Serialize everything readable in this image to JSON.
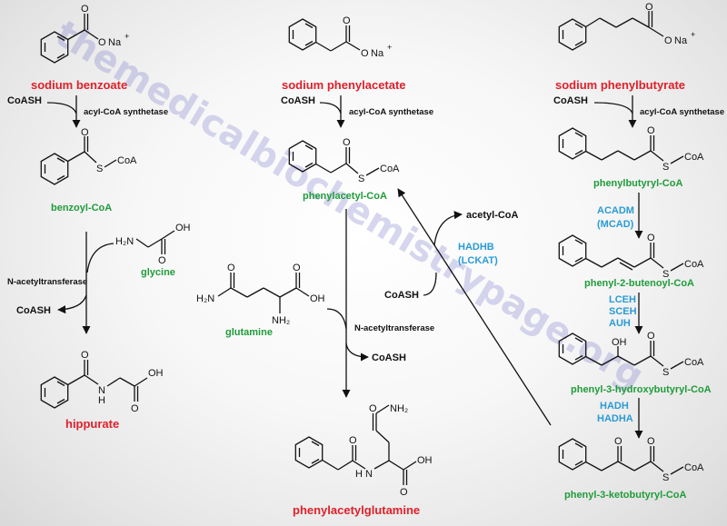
{
  "compounds": {
    "sodium_benzoate": "sodium benzoate",
    "sodium_phenylacetate": "sodium phenylacetate",
    "sodium_phenylbutyrate": "sodium phenylbutyrate",
    "benzoyl_coa": "benzoyl-CoA",
    "phenylacetyl_coa": "phenylacetyl-CoA",
    "phenylbutyryl_coa": "phenylbutyryl-CoA",
    "glycine": "glycine",
    "glutamine": "glutamine",
    "hippurate": "hippurate",
    "phenylacetylglutamine": "phenylacetylglutamine",
    "phenyl_2_butenoyl_coa": "phenyl-2-butenoyl-CoA",
    "phenyl_3_hydroxybutyryl_coa": "phenyl-3-hydroxybutyryl-CoA",
    "phenyl_3_ketobutyryl_coa": "phenyl-3-ketobutyryl-CoA"
  },
  "cofactors": {
    "coash": "CoASH",
    "acetyl_coa": "acetyl-CoA"
  },
  "enzymes": {
    "acyl_coa_synthetase": "acyl-CoA synthetase",
    "n_acetyltransferase": "N-acetyltransferase",
    "hadhb": "HADHB",
    "lckat": "(LCKAT)",
    "acadm": "ACADM",
    "mcad": "(MCAD)",
    "lceh": "LCEH",
    "sceh": "SCEH",
    "auh": "AUH",
    "hadh": "HADH",
    "hadha": "HADHA"
  },
  "atoms": {
    "o": "O",
    "oh": "OH",
    "na": "Na",
    "plus": "+",
    "s": "S",
    "coa": "CoA",
    "h2n": "H₂N",
    "nh2": "NH₂",
    "n": "N",
    "h": "H"
  },
  "watermark": "themedicalbiochemistrypage.org",
  "colors": {
    "product_red": "#e0202a",
    "intermediate_green": "#1f9c3a",
    "enzyme_blue": "#2a9bd6",
    "watermark": "#6e6ec8"
  }
}
